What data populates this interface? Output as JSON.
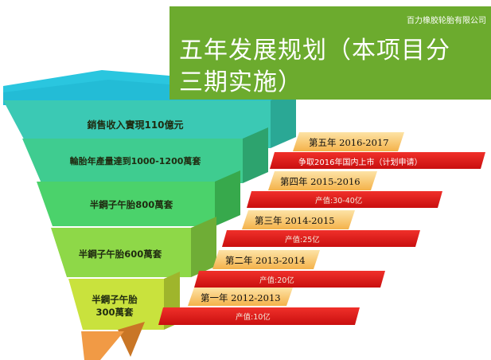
{
  "header": {
    "company": "百力橡胶轮胎有限公司",
    "title_line1": "五年发展规划（本项目分",
    "title_line2": "三期实施）"
  },
  "tiers": [
    {
      "label": "銷售收入實現110億元",
      "color": "#3bc9b4"
    },
    {
      "label": "輪胎年產量達到1000-1200萬套",
      "color": "#3fcc90"
    },
    {
      "label": "半鋼子午胎800萬套",
      "color": "#4bd26b"
    },
    {
      "label": "半鋼子午胎600萬套",
      "color": "#8ed848"
    },
    {
      "label_line1": "半鋼子午胎",
      "label_line2": "300萬套",
      "color": "#c9e23d"
    },
    {
      "color": "#f19a45"
    }
  ],
  "stages": [
    {
      "name": "第五年  2016-2017",
      "detail": "争取2016年国内上市（计划申请）"
    },
    {
      "name": "第四年  2015-2016",
      "detail": "产值:30-40亿"
    },
    {
      "name": "第三年  2014-2015",
      "detail": "产值:25亿"
    },
    {
      "name": "第二年  2013-2014",
      "detail": "产值:20亿"
    },
    {
      "name": "第一年  2012-2013",
      "detail": "产值:10亿"
    }
  ],
  "colors": {
    "title_bg": "#6cab2e",
    "stage_banner": "#fbcf7a",
    "detail_banner": "#e41b17",
    "top_layer": "#29c9e0"
  }
}
